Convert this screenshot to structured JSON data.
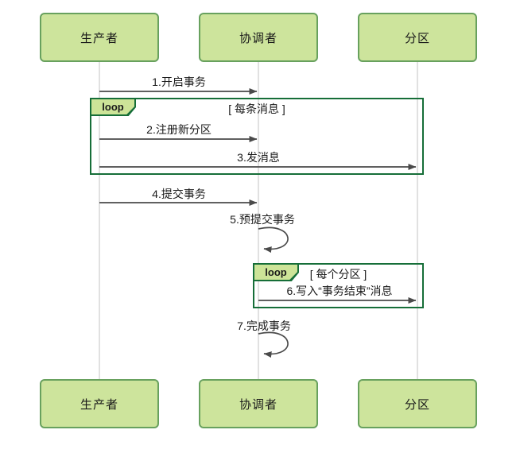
{
  "diagram": {
    "type": "sequence",
    "actors": [
      {
        "name": "生产者"
      },
      {
        "name": "协调者"
      },
      {
        "name": "分区"
      }
    ],
    "loops": [
      {
        "label": "loop",
        "condition": "[ 每条消息 ]"
      },
      {
        "label": "loop",
        "condition": "[ 每个分区 ]"
      }
    ],
    "messages": [
      {
        "label": "1.开启事务",
        "from": "生产者",
        "to": "协调者"
      },
      {
        "label": "2.注册新分区",
        "from": "生产者",
        "to": "协调者"
      },
      {
        "label": "3.发消息",
        "from": "生产者",
        "to": "分区"
      },
      {
        "label": "4.提交事务",
        "from": "生产者",
        "to": "协调者"
      },
      {
        "label": "5.预提交事务",
        "from": "协调者",
        "to": "协调者",
        "self": true
      },
      {
        "label": "6.写入“事务结束”消息",
        "from": "协调者",
        "to": "分区"
      },
      {
        "label": "7.完成事务",
        "from": "协调者",
        "to": "协调者",
        "self": true
      }
    ],
    "colors": {
      "actor_fill": "#cde49c",
      "actor_border": "#68a15e",
      "loop_border": "#166e38",
      "loop_label_fill": "#cde498",
      "lifeline": "#e1e1e1",
      "arrow": "#4a4a4a",
      "text": "#1a1a1a"
    }
  }
}
